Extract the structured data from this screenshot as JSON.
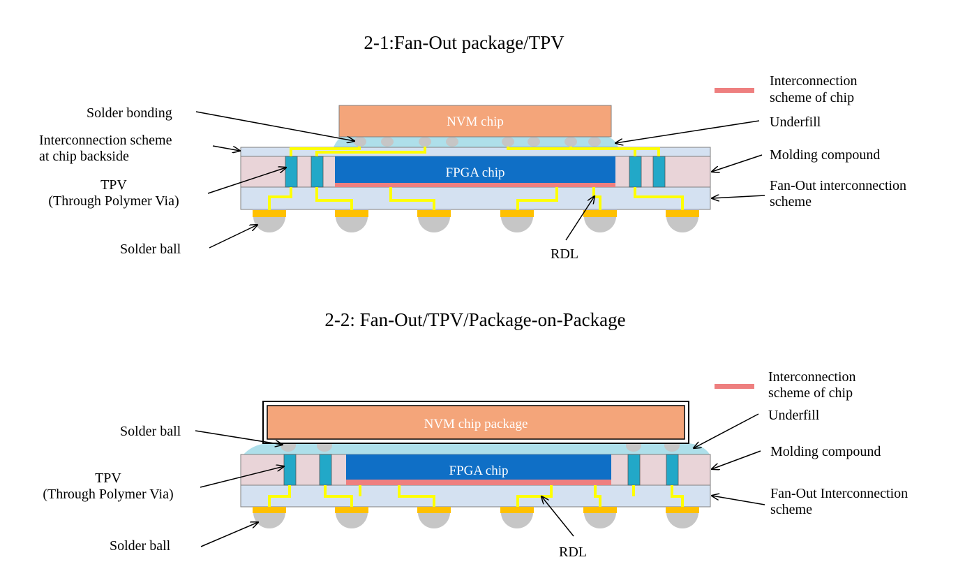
{
  "diagram1": {
    "title": "2-1:Fan-Out package/TPV",
    "legend": {
      "label_line1": "Interconnection",
      "label_line2": "scheme of chip",
      "color": "#ee7f7f"
    },
    "labels": {
      "solder_bonding": "Solder bonding",
      "backside_line1": "Interconnection scheme",
      "backside_line2": "at chip backside",
      "tpv_line1": "TPV",
      "tpv_line2": "(Through Polymer Via)",
      "solder_ball": "Solder ball",
      "underfill": "Underfill",
      "molding": "Molding compound",
      "fanout_line1": "Fan-Out interconnection",
      "fanout_line2": "scheme",
      "rdl": "RDL"
    },
    "chips": {
      "nvm": "NVM chip",
      "fpga": "FPGA chip"
    }
  },
  "diagram2": {
    "title": "2-2: Fan-Out/TPV/Package-on-Package",
    "legend": {
      "label_line1": "Interconnection",
      "label_line2": "scheme of chip",
      "color": "#ee7f7f"
    },
    "labels": {
      "solder_ball_top": "Solder ball",
      "tpv_line1": "TPV",
      "tpv_line2": "(Through Polymer Via)",
      "solder_ball_bottom": "Solder ball",
      "underfill": "Underfill",
      "molding": "Molding compound",
      "fanout_line1": "Fan-Out Interconnection",
      "fanout_line2": "scheme",
      "rdl": "RDL"
    },
    "chips": {
      "nvm": "NVM chip package",
      "fpga": "FPGA chip"
    }
  },
  "colors": {
    "nvm_chip": "#f4a57a",
    "fpga_chip": "#0f6fc6",
    "molding": "#e9d4d8",
    "redistribution_layer": "#d4e1f1",
    "tpv": "#22a8c8",
    "underfill": "#aedfea",
    "solder_ball": "#c6c6c6",
    "ubm_pad": "#ffc000",
    "wiring": "#ffff00",
    "chip_interconnect": "#ee7f7f"
  }
}
